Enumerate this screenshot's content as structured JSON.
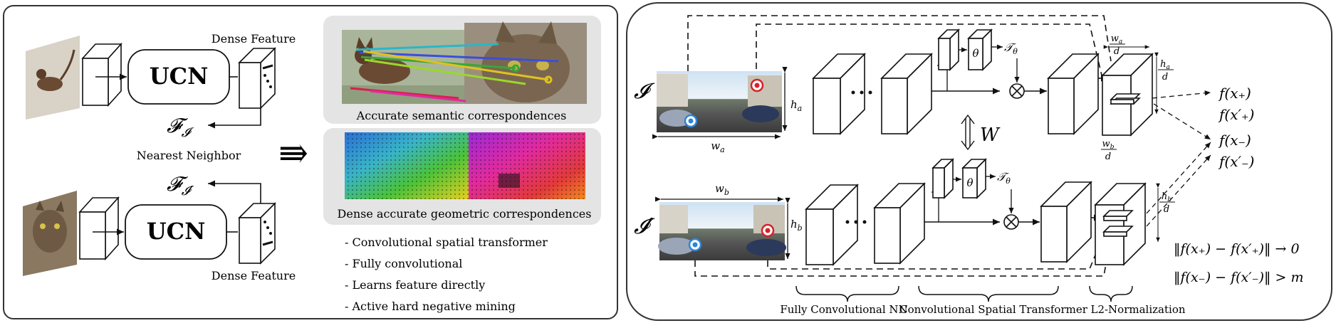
{
  "left_panel": {
    "ucn_top": "UCN",
    "ucn_bottom": "UCN",
    "dense_feature_top": "Dense Feature",
    "dense_feature_bottom": "Dense Feature",
    "f_top": "𝓕",
    "f_top_sub": "𝓘",
    "f_bottom": "𝓕",
    "f_bottom_sub": "𝓘′",
    "nearest_neighbor": "Nearest Neighbor",
    "implies": "⇛",
    "caption_semantic": "Accurate semantic correspondences",
    "caption_geometric": "Dense accurate geometric correspondences",
    "bullets": [
      "- Convolutional spatial transformer",
      "- Fully convolutional",
      "- Learns feature directly",
      "- Active hard negative mining"
    ]
  },
  "right_panel": {
    "img_a_label": "𝓘",
    "img_b_label": "𝓘′",
    "wa": "w",
    "wa_sub": "a",
    "wb": "w",
    "wb_sub": "b",
    "ha": "h",
    "ha_sub": "a",
    "hb": "h",
    "hb_sub": "b",
    "theta_top": "θ",
    "theta_bottom": "θ",
    "t_top": "𝒯",
    "t_top_sub": "θ",
    "t_bottom": "𝒯",
    "t_bottom_sub": "θ",
    "w_shared": "W",
    "frac_wa_num": "w",
    "frac_wa_sub": "a",
    "frac_wa_den": "d",
    "frac_ha_num": "h",
    "frac_ha_sub": "a",
    "frac_ha_den": "d",
    "frac_wb_num": "w",
    "frac_wb_sub": "b",
    "frac_wb_den": "d",
    "frac_hb_num": "h",
    "frac_hb_sub": "b",
    "frac_hb_den": "d",
    "outputs": [
      "f(x₊)",
      "f(x′₊)",
      "f(x₋)",
      "f(x′₋)"
    ],
    "loss_pos": "‖f(x₊) − f(x′₊)‖ → 0",
    "loss_neg": "‖f(x₋) − f(x′₋)‖ > m",
    "label_fcnn": "Fully Convolutional NN",
    "label_cst": "Convolutional Spatial Transformer",
    "label_l2": "L2-Normalization"
  },
  "colors": {
    "border": "#333333",
    "caption_bg": "#e4e4e4",
    "red_dot": "#d8202a",
    "blue_dot": "#2a86d8"
  }
}
